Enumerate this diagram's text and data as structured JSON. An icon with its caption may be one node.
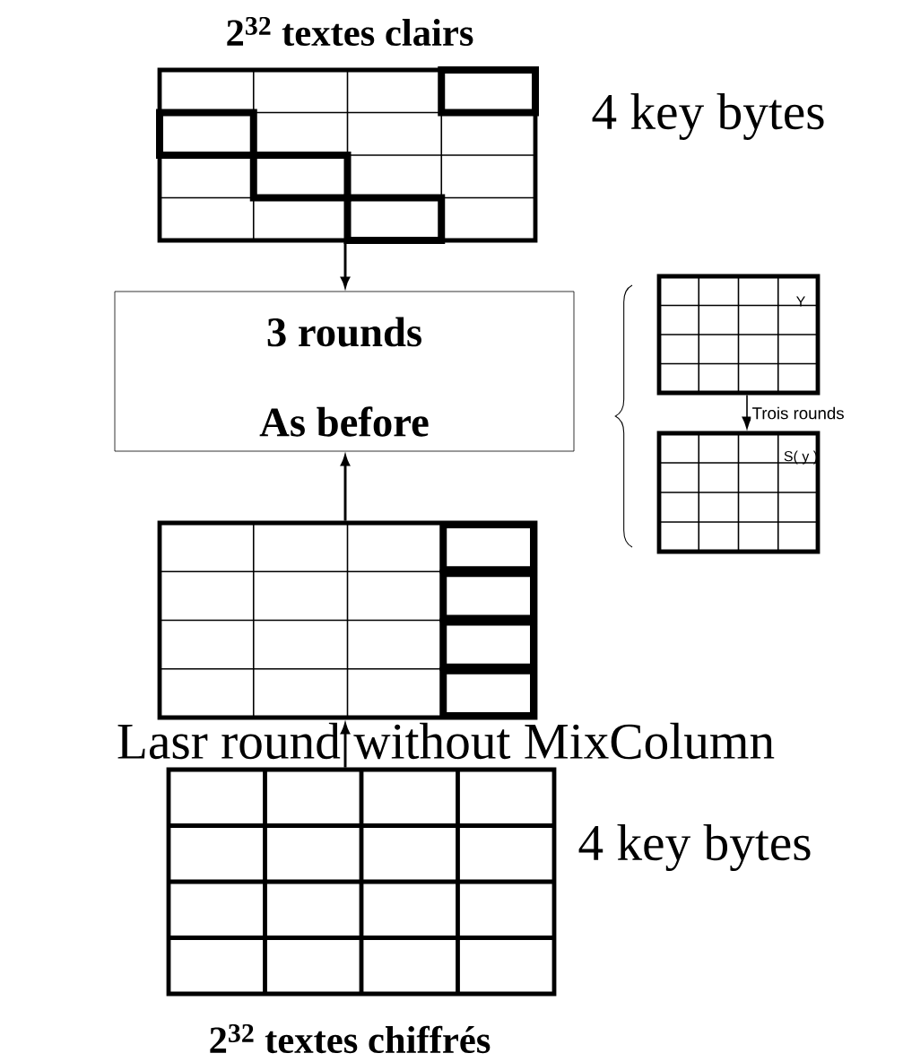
{
  "diagram": {
    "nodes": [
      {
        "text": [
          "2$^{32}$ textes clairs"
        ],
        "beside": [
          "4 key bytes"
        ]
      },
      {
        "text": [
          "3 rounds",
          "As before"
        ]
      },
      {
        "text": [],
        "shape": "grid"
      },
      {
        "text": [
          "2$^{32}$ textes chiffrés"
        ],
        "beside": [
          "4 key bytes"
        ]
      },
      {
        "text": [
          "Y"
        ]
      },
      {
        "text": [
          "S( y )"
        ]
      }
    ],
    "edges": [
      {
        "from": 0,
        "to": 1,
        "arrow": "to"
      },
      {
        "from": 2,
        "to": 1,
        "arrow": "to"
      },
      {
        "from": 3,
        "to": 2,
        "arrow": "to"
      },
      {
        "from": 4,
        "to": 5,
        "arrow": "to",
        "label": "Trois rounds"
      }
    ],
    "labels": [
      "Lasr round without MixColumn"
    ]
  }
}
